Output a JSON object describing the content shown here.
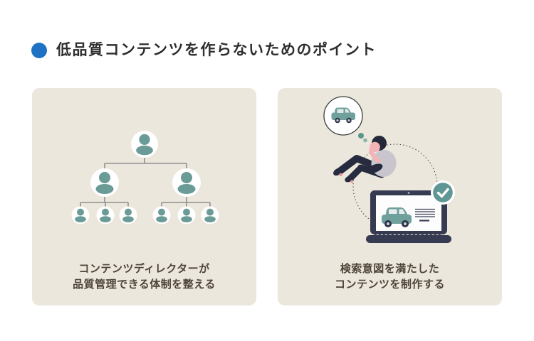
{
  "header": {
    "title": "低品質コンテンツを作らないためのポイント",
    "bullet_color": "#1e72c4"
  },
  "cards": [
    {
      "id": "quality-structure",
      "illustration": "org-chart-of-people",
      "caption_lines": [
        "コンテンツディレクターが",
        "品質管理できる体制を整える"
      ]
    },
    {
      "id": "search-intent",
      "illustration": "person-thinking-of-car-with-laptop-and-checkmark",
      "caption_lines": [
        "検索意図を満たした",
        "コンテンツを制作する"
      ]
    }
  ],
  "colors": {
    "page_background": "#ffffff",
    "card_background": "#ece7dc",
    "accent_blue": "#1e72c4",
    "teal": "#6a9b97",
    "navy": "#2d3247",
    "title_text": "#2e2e2e",
    "caption_text": "#4d4339",
    "connector_gray": "#8f8f8f",
    "skin_pink": "#f2b4b7",
    "shirt_gray": "#c8c5cd"
  }
}
